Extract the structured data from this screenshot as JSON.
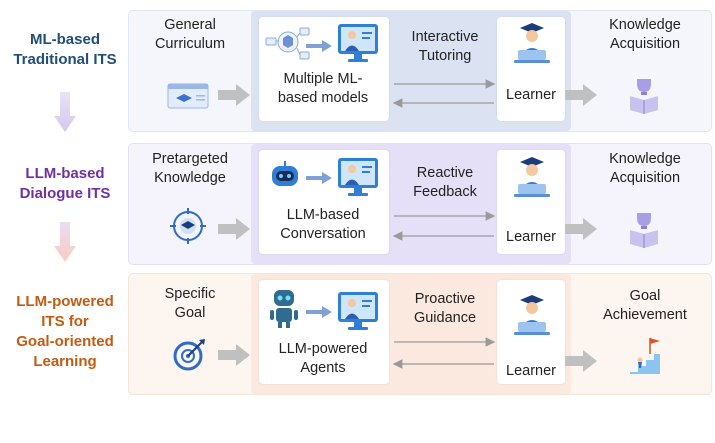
{
  "colors": {
    "ml": "#1f4e79",
    "dialogue": "#7030a0",
    "goal": "#c55a11",
    "row1_bg": "#f4f6fb",
    "row1_inner": "#dbe3f3",
    "row2_bg": "#f5f3fc",
    "row2_inner": "#e5e0f8",
    "row3_bg": "#fdf6f0",
    "row3_inner": "#fbe9df",
    "arrow": "#c0c0c0"
  },
  "rows": [
    {
      "label": "ML-based\nTraditional ITS",
      "input": "General\nCurriculum",
      "model": "Multiple ML-\nbased models",
      "interaction": "Interactive\nTutoring",
      "learner": "Learner",
      "outcome": "Knowledge\nAcquisition",
      "icons": [
        "curriculum-icon",
        "ml-models-icon",
        "teacher-screen-icon",
        "learner-icon",
        "knowledge-icon"
      ]
    },
    {
      "label": "LLM-based\nDialogue ITS",
      "input": "Pretargeted\nKnowledge",
      "model": "LLM-based\nConversation",
      "interaction": "Reactive\nFeedback",
      "learner": "Learner",
      "outcome": "Knowledge\nAcquisition",
      "icons": [
        "target-icon",
        "robot-icon",
        "teacher-screen-icon",
        "learner-icon",
        "knowledge-icon"
      ]
    },
    {
      "label": "LLM-powered\nITS for\nGoal-oriented\nLearning",
      "input": "Specific\nGoal",
      "model": "LLM-powered\nAgents",
      "interaction": "Proactive\nGuidance",
      "learner": "Learner",
      "outcome": "Goal\nAchievement",
      "icons": [
        "goal-target-icon",
        "agent-robot-icon",
        "teacher-screen-icon",
        "learner-icon",
        "goal-stairs-icon"
      ]
    }
  ]
}
